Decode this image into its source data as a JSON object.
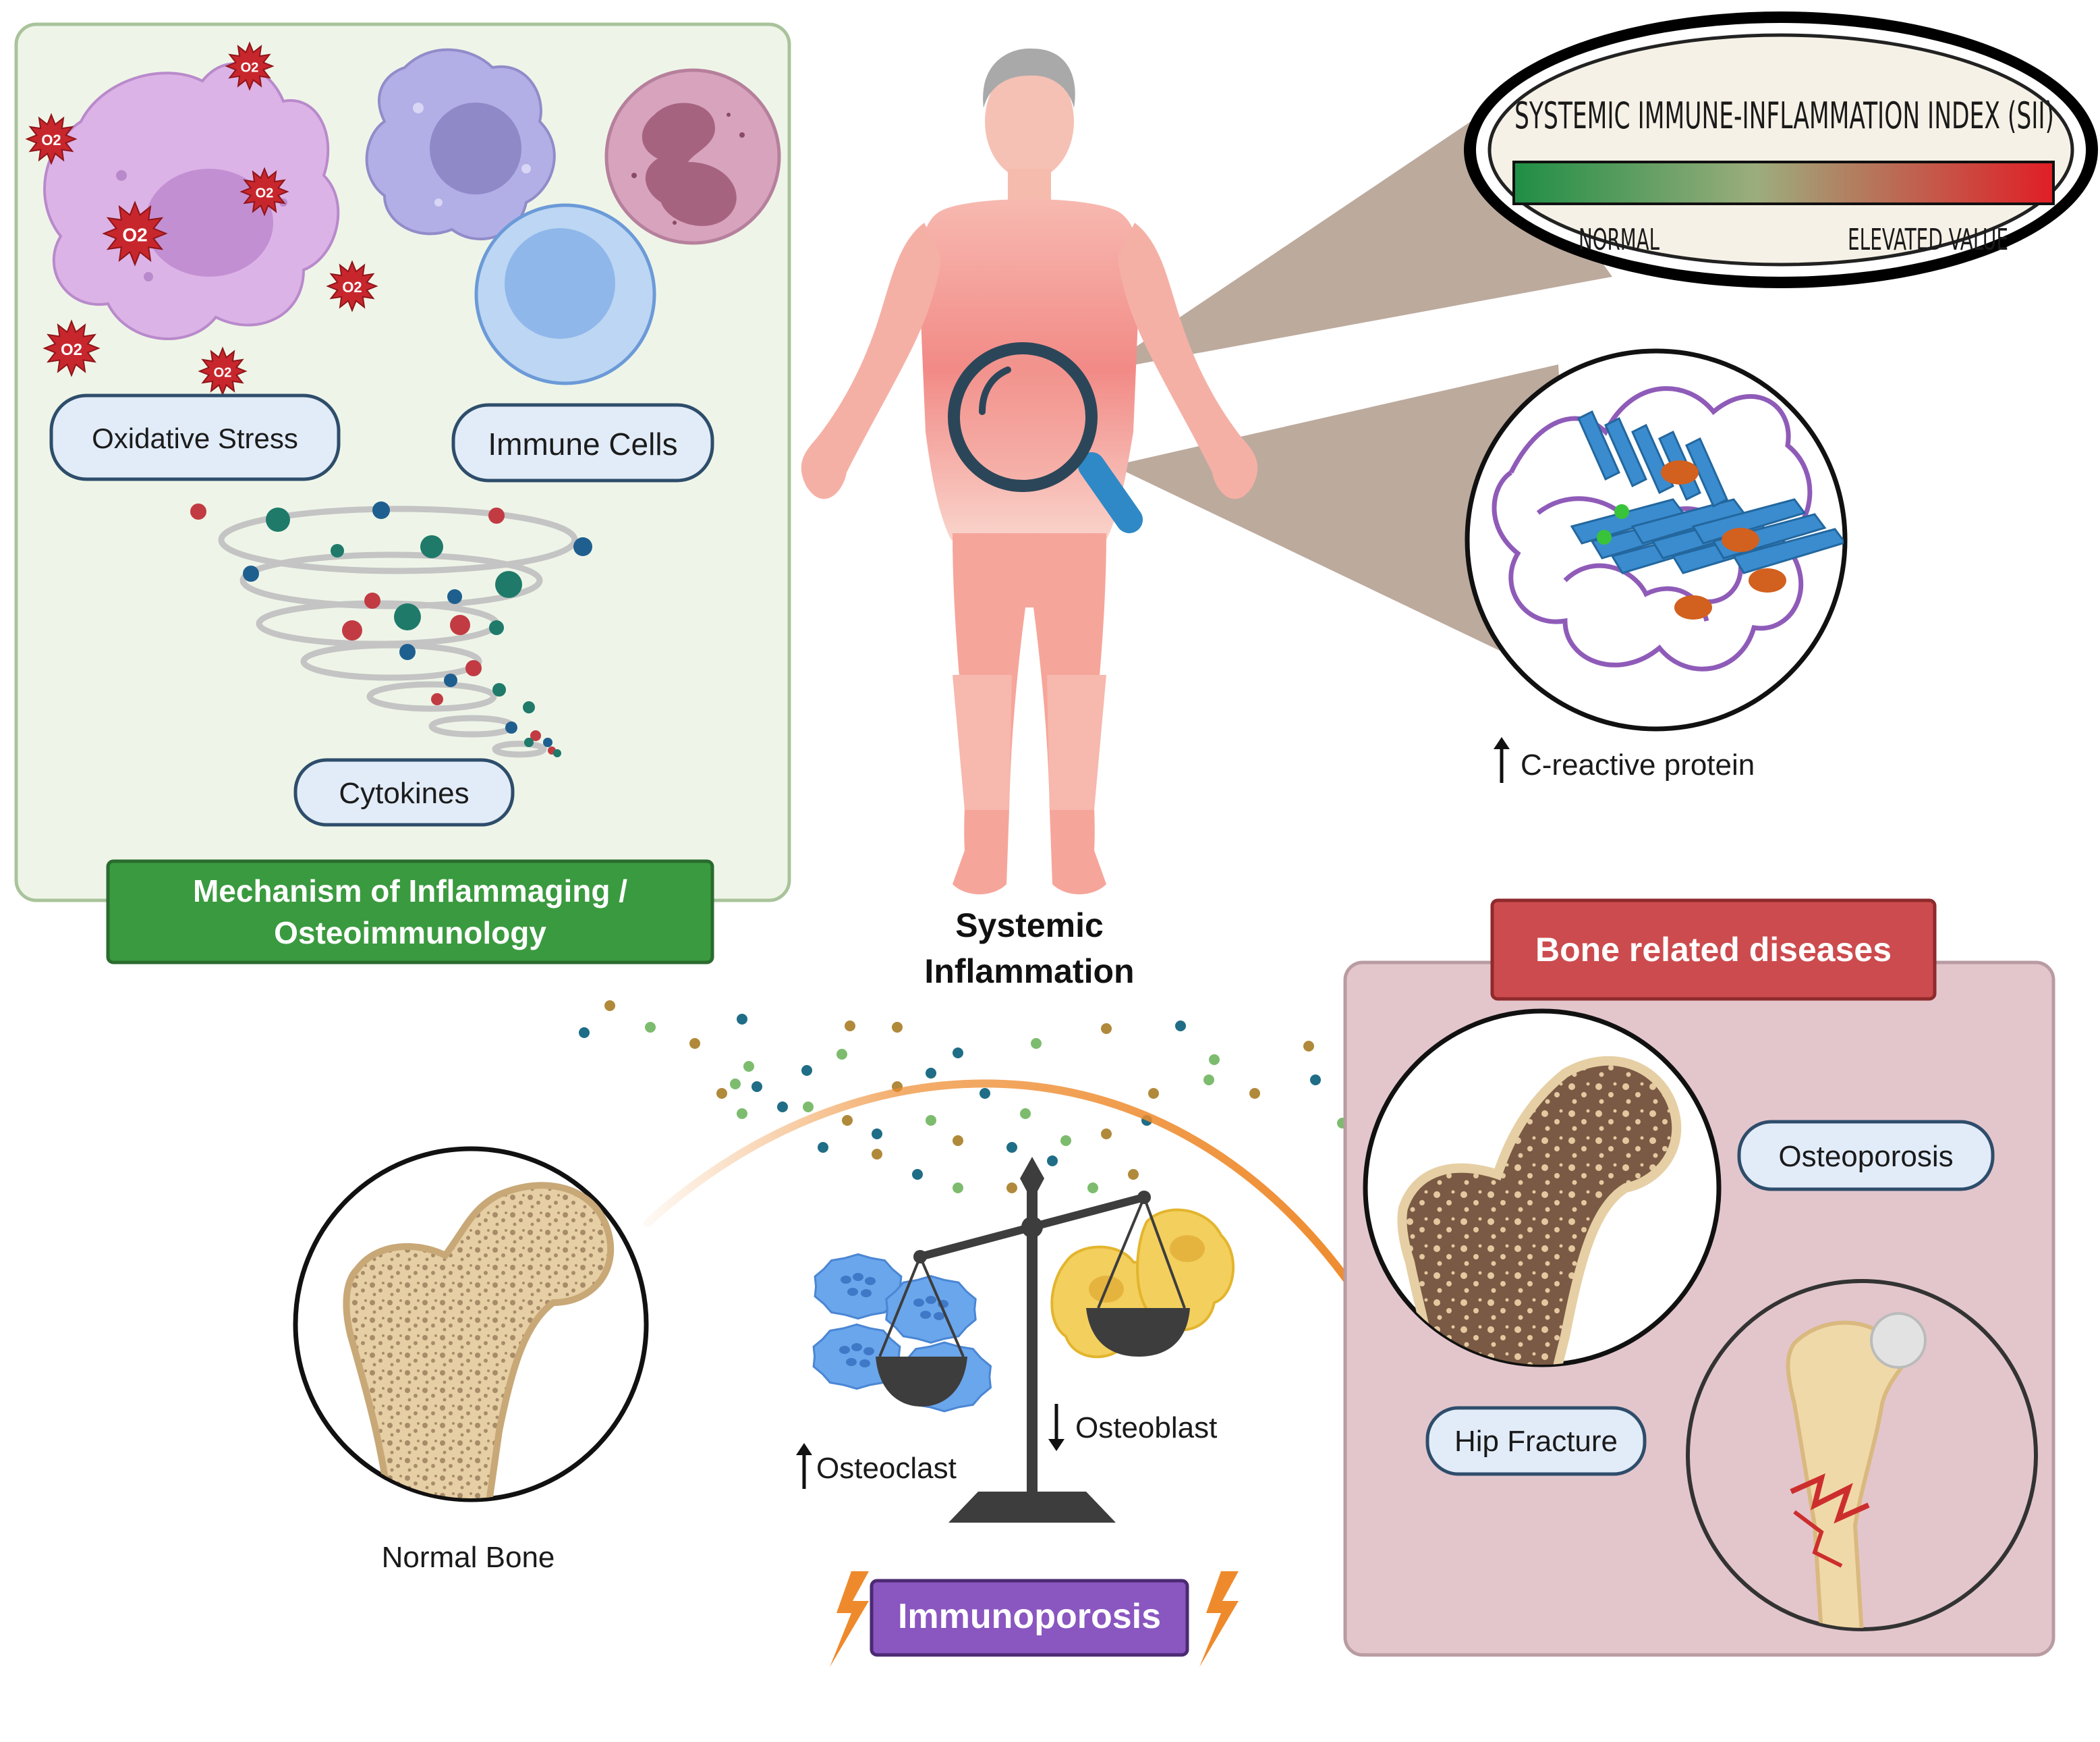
{
  "mechanism": {
    "title_line1": "Mechanism of Inflammaging /",
    "title_line2": "Osteoimmunology",
    "oxidative_stress": "Oxidative Stress",
    "immune_cells": "Immune Cells",
    "cytokines": "Cytokines",
    "o2_label": "O2"
  },
  "center": {
    "title_line1": "Systemic",
    "title_line2": "Inflammation"
  },
  "sii": {
    "title": "SYSTEMIC IMMUNE-INFLAMMATION INDEX (SII)",
    "low": "NORMAL",
    "high": "ELEVATED VALUE"
  },
  "crp": {
    "label": "C-reactive protein"
  },
  "balance": {
    "osteoclast": "Osteoclast",
    "osteoblast": "Osteoblast",
    "title": "Immunoporosis"
  },
  "normal_bone": "Normal Bone",
  "diseases": {
    "title": "Bone related diseases",
    "osteoporosis": "Osteoporosis",
    "hip_fracture": "Hip Fracture"
  },
  "colors": {
    "panel_green": "#eef5e8",
    "title_green": "#3a9a3f",
    "panel_pink": "#e3c6cc",
    "title_red": "#cc4b4e",
    "title_purple": "#8a56c0",
    "pill_fill": "#e2ecf8",
    "pill_stroke": "#2e4d6b",
    "arrow_orange": "#ee8a2c"
  }
}
